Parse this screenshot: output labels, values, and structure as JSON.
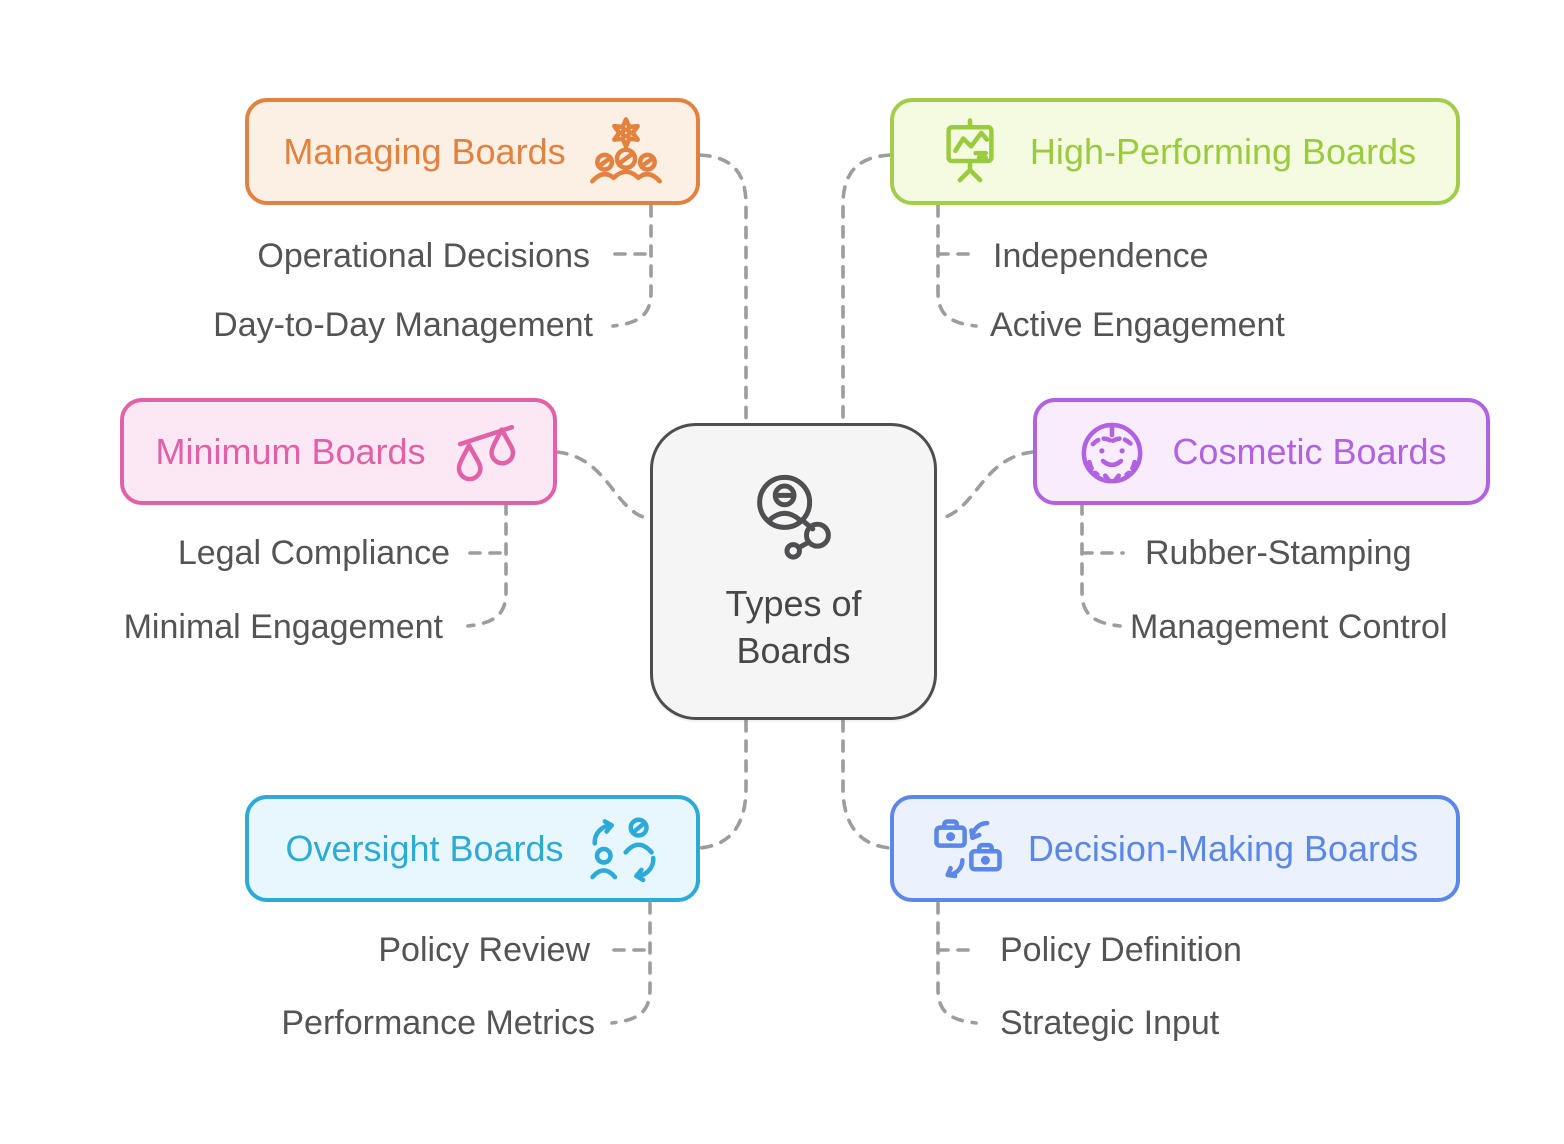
{
  "diagram": {
    "title": "Types of Boards",
    "center": {
      "label_line1": "Types of",
      "label_line2": "Boards",
      "icon": "person-network-icon",
      "bg": "#F5F5F6",
      "border_color": "#4E4E50",
      "text_color": "#474749"
    },
    "connector_color": "#9D9D9D",
    "sublabel_color": "#545456"
  },
  "branches": [
    {
      "label": "Managing Boards",
      "icon": "team-gear-icon",
      "icon_side": "right",
      "color": "#E2823E",
      "bg": "#FCF0E4",
      "children": [
        "Operational Decisions",
        "Day-to-Day Management"
      ]
    },
    {
      "label": "High-Performing Boards",
      "icon": "presentation-chart-icon",
      "icon_side": "left",
      "color": "#9ACB3D",
      "bg": "#F5FBE0",
      "children": [
        "Independence",
        "Active Engagement"
      ]
    },
    {
      "label": "Minimum Boards",
      "icon": "scales-icon",
      "icon_side": "right",
      "color": "#E160A8",
      "bg": "#FCE7F4",
      "children": [
        "Legal Compliance",
        "Minimal Engagement"
      ]
    },
    {
      "label": "Cosmetic Boards",
      "icon": "face-icon",
      "icon_side": "left",
      "color": "#B161E2",
      "bg": "#F8EDFD",
      "children": [
        "Rubber-Stamping",
        "Management Control"
      ]
    },
    {
      "label": "Oversight Boards",
      "icon": "people-swap-icon",
      "icon_side": "right",
      "color": "#2CAAD8",
      "bg": "#E7F7FD",
      "children": [
        "Policy Review",
        "Performance Metrics"
      ]
    },
    {
      "label": "Decision-Making Boards",
      "icon": "briefcase-swap-icon",
      "icon_side": "left",
      "color": "#5B87E8",
      "bg": "#EBF1FD",
      "children": [
        "Policy Definition",
        "Strategic Input"
      ]
    }
  ]
}
